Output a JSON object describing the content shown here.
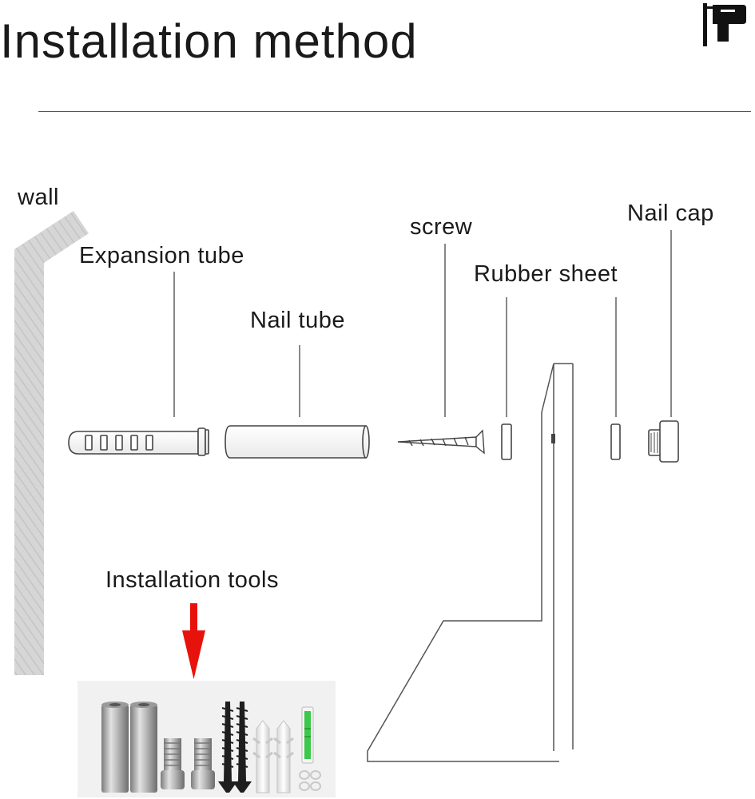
{
  "title": "Installation method",
  "labels": {
    "wall": "wall",
    "expansion_tube": "Expansion tube",
    "nail_tube": "Nail tube",
    "screw": "screw",
    "rubber_sheet": "Rubber sheet",
    "nail_cap": "Nail cap",
    "installation_tools": "Installation tools"
  },
  "icons": {
    "header": "drill-icon",
    "pointer": "red-down-arrow-icon"
  },
  "colors": {
    "wall": "#d3d3d3",
    "outline": "#444444",
    "arrow": "#e8120c",
    "level_liquid": "#3cc84a"
  }
}
